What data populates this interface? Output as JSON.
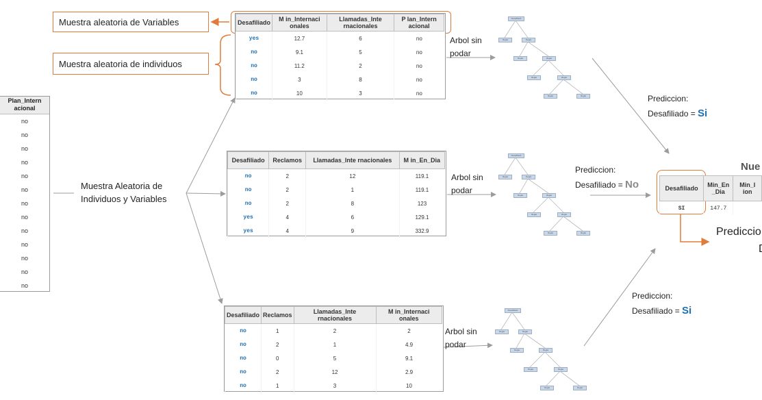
{
  "left_table": {
    "header": "Plan_Intern acional",
    "rows": [
      "no",
      "no",
      "no",
      "no",
      "no",
      "no",
      "no",
      "no",
      "no",
      "no",
      "no",
      "no",
      "no"
    ]
  },
  "main_label": "Muestra Aleatoria de Individuos y Variables",
  "callouts": {
    "variables": "Muestra aleatoria de Variables",
    "individuos": "Muestra aleatoria de individuos"
  },
  "tables": [
    {
      "headers": [
        "Desafiliado",
        "M in_Internaci onales",
        "Llamadas_Inte rnacionales",
        "P lan_Intern acional"
      ],
      "rows": [
        [
          "yes",
          "12.7",
          "6",
          "no"
        ],
        [
          "no",
          "9.1",
          "5",
          "no"
        ],
        [
          "no",
          "11.2",
          "2",
          "no"
        ],
        [
          "no",
          "3",
          "8",
          "no"
        ],
        [
          "no",
          "10",
          "3",
          "no"
        ]
      ]
    },
    {
      "headers": [
        "Desafiliado",
        "Reclamos",
        "Llamadas_Inte rnacionales",
        "M in_En_Dia"
      ],
      "rows": [
        [
          "no",
          "2",
          "12",
          "119.1"
        ],
        [
          "no",
          "2",
          "1",
          "119.1"
        ],
        [
          "no",
          "2",
          "8",
          "123"
        ],
        [
          "yes",
          "4",
          "6",
          "129.1"
        ],
        [
          "yes",
          "4",
          "9",
          "332.9"
        ]
      ]
    },
    {
      "headers": [
        "Desafiliado",
        "Reclamos",
        "Llamadas_Inte rnacionales",
        "M in_Internaci onales"
      ],
      "rows": [
        [
          "no",
          "1",
          "2",
          "2"
        ],
        [
          "no",
          "2",
          "1",
          "4.9"
        ],
        [
          "no",
          "0",
          "5",
          "9.1"
        ],
        [
          "no",
          "2",
          "12",
          "2.9"
        ],
        [
          "no",
          "1",
          "3",
          "10"
        ]
      ]
    }
  ],
  "arbol_label": "Arbol sin podar",
  "tree_nodes": {
    "root": "Desafiliado",
    "leaf": "Regla"
  },
  "predictions": [
    {
      "line1": "Prediccion:",
      "line2": "Desafiliado = ",
      "value": "Si"
    },
    {
      "line1": "Prediccion:",
      "line2": "Desafiliado = ",
      "value": "No"
    },
    {
      "line1": "Prediccion:",
      "line2": "Desafiliado = ",
      "value": "Si"
    }
  ],
  "new_record": {
    "title": "Nue",
    "headers": [
      "Desafiliado",
      "Min_En _Dia",
      "Min_I ion"
    ],
    "values": [
      "SI",
      "147.7",
      ""
    ]
  },
  "final_prediction": {
    "line1": "Prediccio",
    "line2": "D"
  },
  "colors": {
    "accent_orange": "#e07b39",
    "value_blue": "#1f6fb2",
    "no_gray": "#8a8a8a",
    "arrow_gray": "#9c9c9c"
  }
}
